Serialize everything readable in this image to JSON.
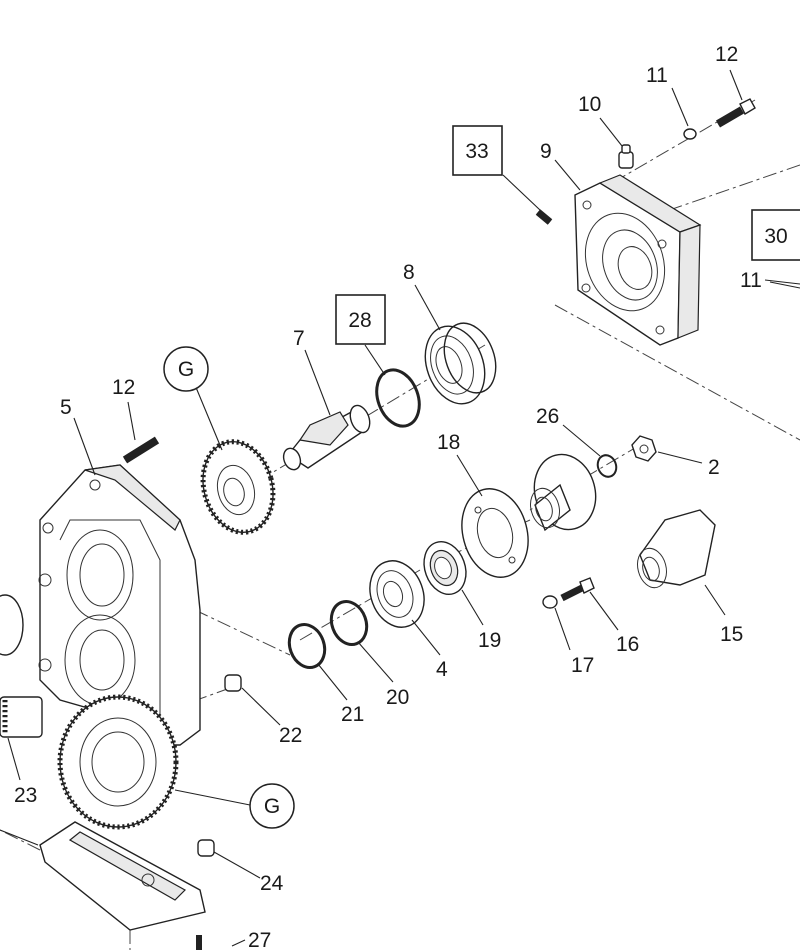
{
  "diagram": {
    "callouts": [
      "2",
      "4",
      "5",
      "7",
      "8",
      "9",
      "10",
      "11",
      "11",
      "12",
      "12",
      "15",
      "16",
      "17",
      "18",
      "19",
      "20",
      "21",
      "22",
      "23",
      "24",
      "26",
      "27"
    ],
    "boxed_callouts": [
      "33",
      "28",
      "30"
    ],
    "circled_callouts": [
      "G",
      "G"
    ]
  }
}
